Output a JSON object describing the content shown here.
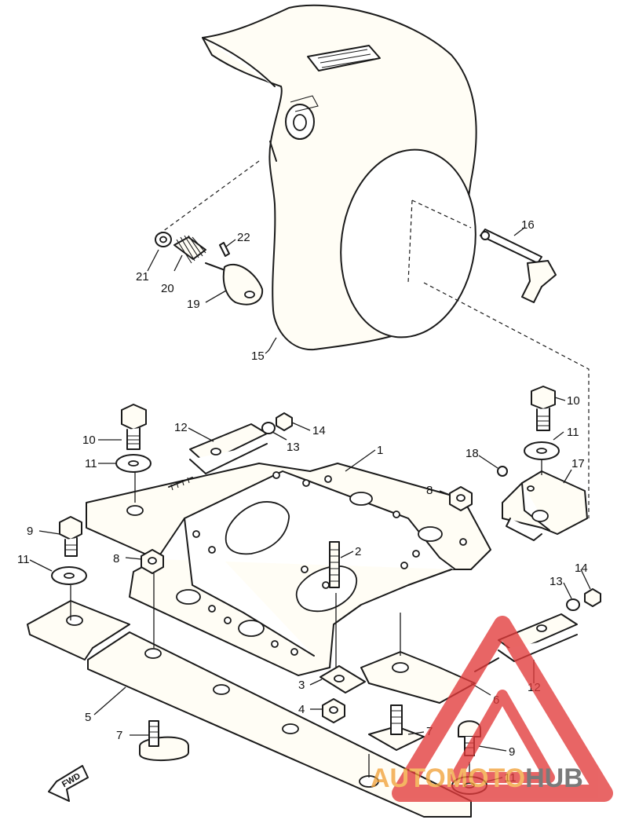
{
  "diagram": {
    "callouts": [
      {
        "id": "1",
        "label": "1"
      },
      {
        "id": "2",
        "label": "2"
      },
      {
        "id": "3",
        "label": "3"
      },
      {
        "id": "4",
        "label": "4"
      },
      {
        "id": "5",
        "label": "5"
      },
      {
        "id": "6",
        "label": "6"
      },
      {
        "id": "7a",
        "label": "7"
      },
      {
        "id": "7b",
        "label": "7"
      },
      {
        "id": "8a",
        "label": "8"
      },
      {
        "id": "8b",
        "label": "8"
      },
      {
        "id": "9a",
        "label": "9"
      },
      {
        "id": "9b",
        "label": "9"
      },
      {
        "id": "10a",
        "label": "10"
      },
      {
        "id": "10b",
        "label": "10"
      },
      {
        "id": "11a",
        "label": "11"
      },
      {
        "id": "11b",
        "label": "11"
      },
      {
        "id": "11c",
        "label": "11"
      },
      {
        "id": "11d",
        "label": "11"
      },
      {
        "id": "12a",
        "label": "12"
      },
      {
        "id": "12b",
        "label": "12"
      },
      {
        "id": "13a",
        "label": "13"
      },
      {
        "id": "13b",
        "label": "13"
      },
      {
        "id": "14a",
        "label": "14"
      },
      {
        "id": "14b",
        "label": "14"
      },
      {
        "id": "15",
        "label": "15"
      },
      {
        "id": "16",
        "label": "16"
      },
      {
        "id": "17",
        "label": "17"
      },
      {
        "id": "18",
        "label": "18"
      },
      {
        "id": "19",
        "label": "19"
      },
      {
        "id": "20",
        "label": "20"
      },
      {
        "id": "21",
        "label": "21"
      },
      {
        "id": "22",
        "label": "22"
      }
    ],
    "direction_badge": "FWD"
  },
  "watermark": {
    "text_part1": "AUTO",
    "text_part2": "MOTO",
    "text_part3": "HUB",
    "color_red": "#e23b3b",
    "color_orange": "#f2a23a",
    "color_gray": "#555555"
  }
}
